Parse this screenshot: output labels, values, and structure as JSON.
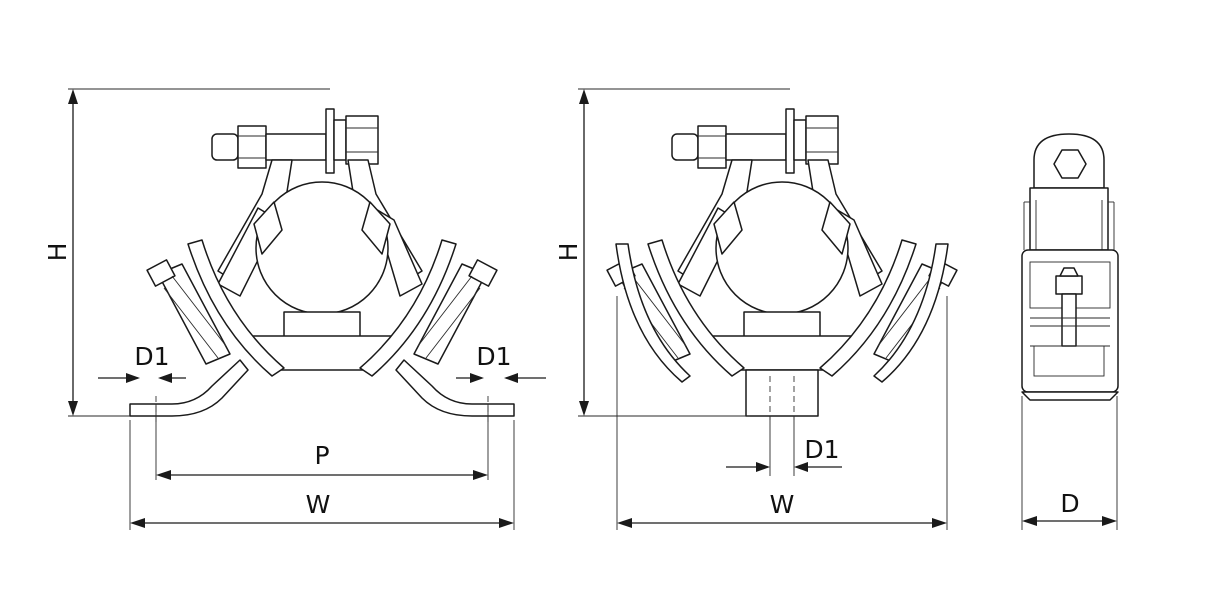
{
  "views": [
    {
      "name": "front-view-with-feet",
      "labels": {
        "height": "H",
        "hole_left": "D1",
        "hole_right": "D1",
        "pitch": "P",
        "width": "W"
      }
    },
    {
      "name": "front-view-center-foot",
      "labels": {
        "height": "H",
        "hole": "D1",
        "width": "W"
      }
    },
    {
      "name": "side-view",
      "labels": {
        "depth": "D"
      }
    }
  ],
  "colors": {
    "line": "#1a1a1a",
    "background": "#ffffff"
  }
}
